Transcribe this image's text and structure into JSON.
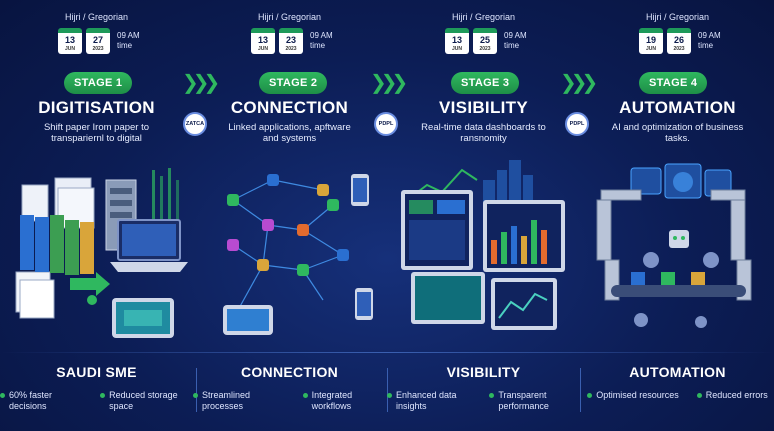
{
  "stages": [
    {
      "cal_header": "Hijri / Gregorian",
      "hijri_day": "13",
      "hijri_month": "JUN",
      "greg_day": "27",
      "greg_year": "2023",
      "time": "09 AM time",
      "pill": "STAGE 1",
      "title": "DIGITISATION",
      "subtitle": "Shift paper Irom paper to transpariernl to digital",
      "badge": "ZATCA",
      "bottom_title": "SAUDI SME",
      "features": [
        "60% faster decisions",
        "Reduced storage space"
      ]
    },
    {
      "cal_header": "Hijri / Gregorian",
      "hijri_day": "13",
      "hijri_month": "JUN",
      "greg_day": "23",
      "greg_year": "2023",
      "time": "09 AM time",
      "pill": "STAGE 2",
      "title": "CONNECTION",
      "subtitle": "Linked applications, apftware and systems",
      "badge": "PDPL",
      "bottom_title": "CONNECTION",
      "features": [
        "Streamlined processes",
        "Integrated workflows"
      ]
    },
    {
      "cal_header": "Hijri / Gregorian",
      "hijri_day": "13",
      "hijri_month": "JUN",
      "greg_day": "25",
      "greg_year": "2023",
      "time": "09 AM time",
      "pill": "STAGE 3",
      "title": "VISIBILITY",
      "subtitle": "Real-time data dashboards to ransnomity",
      "badge": "PDPL",
      "bottom_title": "VISIBILITY",
      "features": [
        "Enhanced data insights",
        "Transparent performance"
      ]
    },
    {
      "cal_header": "Hijri / Gregorian",
      "hijri_day": "19",
      "hijri_month": "JUN",
      "greg_day": "26",
      "greg_year": "2023",
      "time": "09 AM time",
      "pill": "STAGE 4",
      "title": "AUTOMATION",
      "subtitle": "AI and optimization of business tasks.",
      "badge": "",
      "bottom_title": "AUTOMATION",
      "features": [
        "Optimised resources",
        "Reduced errors"
      ]
    }
  ],
  "colors": {
    "background": "#0b1a4a",
    "accent_green": "#2fb85f",
    "divider": "#3a5fb0"
  },
  "icons": [
    "calendar-icon",
    "chevron-arrows-icon",
    "paper-stack-icon",
    "server-icon",
    "laptop-icon",
    "tablet-icon",
    "network-node-icon",
    "monitor-dashboard-icon",
    "city-chart-icon",
    "robot-arm-icon",
    "gear-icon",
    "conveyor-icon"
  ]
}
